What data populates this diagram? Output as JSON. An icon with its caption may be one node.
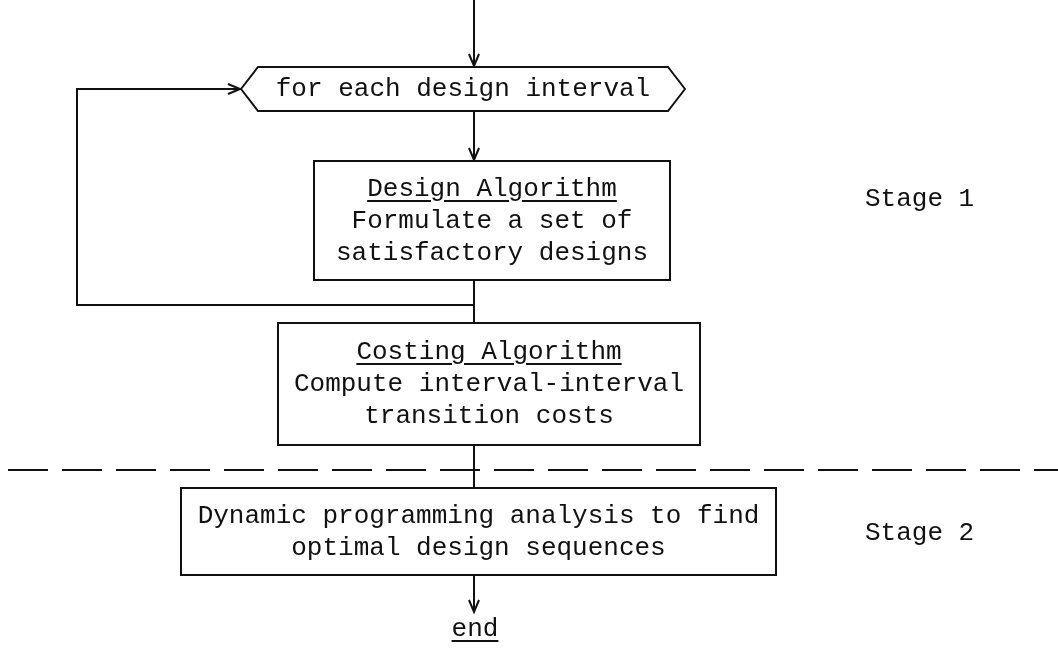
{
  "diagram": {
    "nodes": [
      {
        "text": [
          "for each design interval"
        ]
      },
      {
        "text": [
          "Design Algorithm",
          "Formulate a set of satisfactory designs"
        ]
      },
      {
        "text": [
          "Costing Algorithm",
          "Compute interval-interval transition costs"
        ]
      },
      {
        "text": [
          "Dynamic programming analysis to find optimal design sequences"
        ]
      },
      {
        "text": [
          "end"
        ]
      }
    ],
    "edges": [
      {
        "from": null,
        "to": 0,
        "arrow": "to"
      },
      {
        "from": 0,
        "to": 1,
        "arrow": "to"
      },
      {
        "from": 1,
        "to": 0,
        "arrow": "to"
      },
      {
        "from": 1,
        "to": 2,
        "arrow": "none"
      },
      {
        "from": 2,
        "to": 3,
        "arrow": "none"
      },
      {
        "from": 3,
        "to": 4,
        "arrow": "to"
      }
    ],
    "labels": [
      "Stage 1",
      "Stage 2"
    ]
  }
}
